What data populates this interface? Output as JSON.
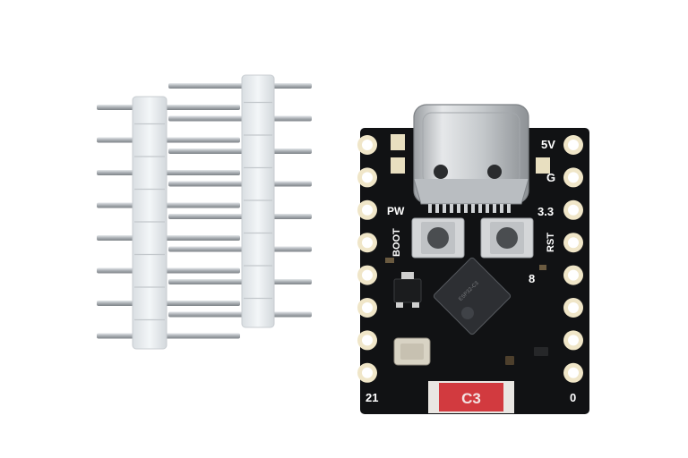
{
  "image": {
    "subject": "ESP32-C3 mini development board with two loose pin headers",
    "colors": {
      "background": "#ffffff",
      "pcb": "#111111",
      "pad": "#f2ead0",
      "header_plastic": "#eef2f4",
      "pin": "#b7bcc0",
      "usb_metal": "#c9cdd0",
      "button_metal": "#d8dadc",
      "button_cap": "#4a4d50",
      "chip": "#2b2d30",
      "c3_label": "#d8343a"
    }
  },
  "board": {
    "labels": {
      "v5": "5V",
      "gnd": "G",
      "v33": "3.3",
      "pw": "PW",
      "boot": "BOOT",
      "rst": "RST",
      "pin8": "8",
      "pin21": "21",
      "pin0": "0",
      "chip_model": "C3"
    }
  },
  "headers": {
    "count": 2,
    "pins_each": 8
  }
}
